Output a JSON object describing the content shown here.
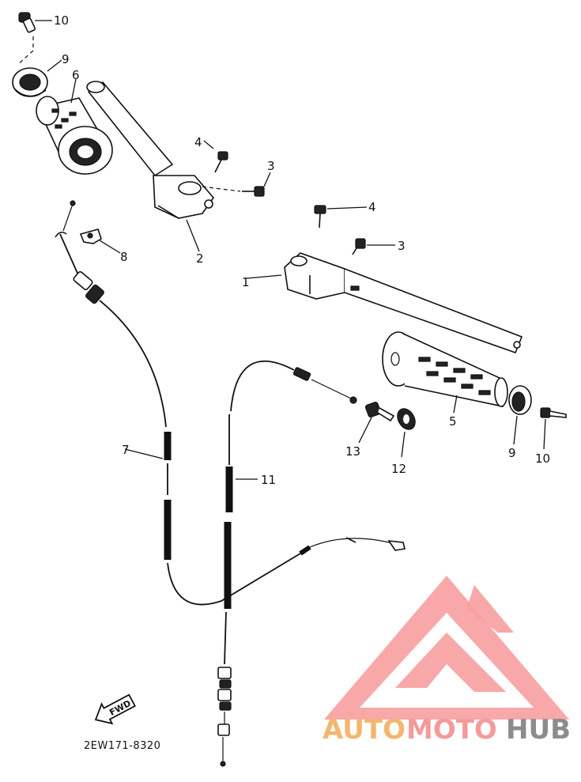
{
  "diagram": {
    "code": "2EW171-8320",
    "fwd_label": "FWD",
    "callouts": {
      "c10a": "10",
      "c9a": "9",
      "c6": "6",
      "c4a": "4",
      "c3a": "3",
      "c8": "8",
      "c2": "2",
      "c4b": "4",
      "c3b": "3",
      "c1": "1",
      "c7": "7",
      "c11": "11",
      "c5": "5",
      "c13": "13",
      "c12": "12",
      "c9b": "9",
      "c10b": "10"
    }
  },
  "watermark": {
    "part1": "AUTO",
    "part2": "MOTO",
    "part3": "HUB",
    "color1": "#f4b66f",
    "color2": "#f59a9a",
    "color3": "#8c8c8c",
    "logo_color": "#f7a1a1"
  }
}
